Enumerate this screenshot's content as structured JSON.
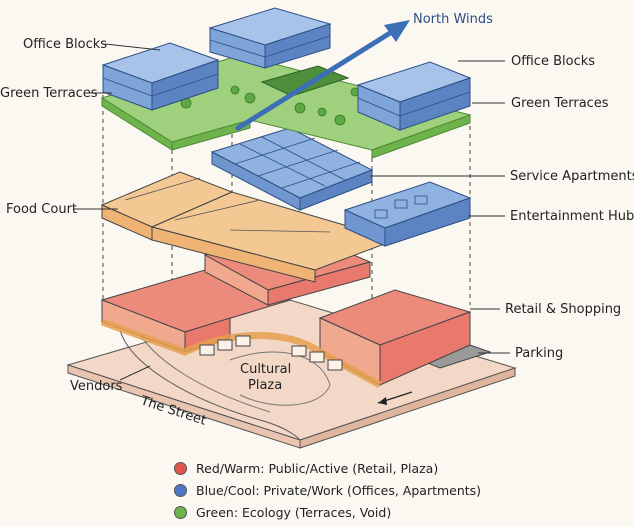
{
  "labels": {
    "north_winds": "North Winds",
    "office_blocks_left": "Office Blocks",
    "office_blocks_right": "Office Blocks",
    "green_terraces_left": "Green Terraces",
    "green_terraces_right": "Green Terraces",
    "service_apartments": "Service Apartments",
    "food_court": "Food Court",
    "entertainment_hub": "Entertainment Hub",
    "retail_shopping": "Retail & Shopping",
    "parking": "Parking",
    "vendors": "Vendors",
    "cultural_plaza_line1": "Cultural",
    "cultural_plaza_line2": "Plaza",
    "the_street": "The Street"
  },
  "legend": [
    {
      "color": "#e0574b",
      "text": "Red/Warm: Public/Active (Retail, Plaza)"
    },
    {
      "color": "#4a78c2",
      "text": "Blue/Cool: Private/Work (Offices, Apartments)"
    },
    {
      "color": "#6fb34c",
      "text": "Green: Ecology (Terraces, Void)"
    }
  ],
  "colors": {
    "red": "#e8796c",
    "blue": "#7ea4d8",
    "green": "#8cc66c",
    "orange": "#f2bd7c",
    "wind_arrow": "#3c6fb5"
  }
}
